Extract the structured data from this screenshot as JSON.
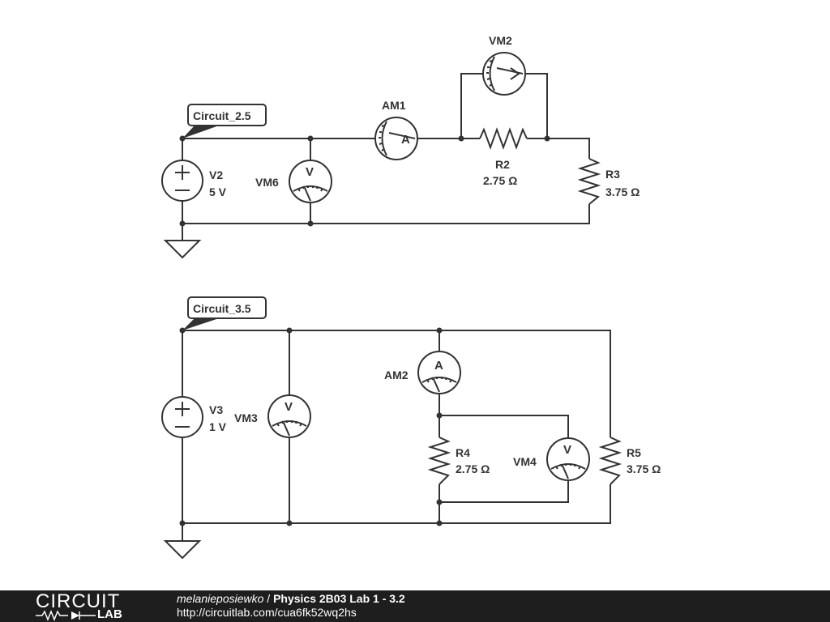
{
  "schematic": {
    "circuit1": {
      "net_label": "Circuit_2.5",
      "source": {
        "name": "V2",
        "value": "5 V"
      },
      "voltmeter_across_source": "VM6",
      "ammeter": "AM1",
      "voltmeter_across_r2": "VM2",
      "r2": {
        "name": "R2",
        "value": "2.75 Ω"
      },
      "r3": {
        "name": "R3",
        "value": "3.75 Ω"
      }
    },
    "circuit2": {
      "net_label": "Circuit_3.5",
      "source": {
        "name": "V3",
        "value": "1 V"
      },
      "voltmeter_across_source": "VM3",
      "ammeter": "AM2",
      "voltmeter_across_r4": "VM4",
      "r4": {
        "name": "R4",
        "value": "2.75 Ω"
      },
      "r5": {
        "name": "R5",
        "value": "3.75 Ω"
      }
    },
    "meter_letters": {
      "voltmeter": "V",
      "ammeter": "A"
    }
  },
  "footer": {
    "logo_top": "CIRCUIT",
    "logo_bottom": "LAB",
    "username": "melanieposiewko",
    "separator": " / ",
    "project_title": "Physics 2B03 Lab 1 - 3.2",
    "url": "http://circuitlab.com/cua6fk52wq2hs"
  },
  "colors": {
    "wire": "#333333",
    "footer_bg": "#1e1e1e",
    "footer_text": "#ffffff"
  }
}
